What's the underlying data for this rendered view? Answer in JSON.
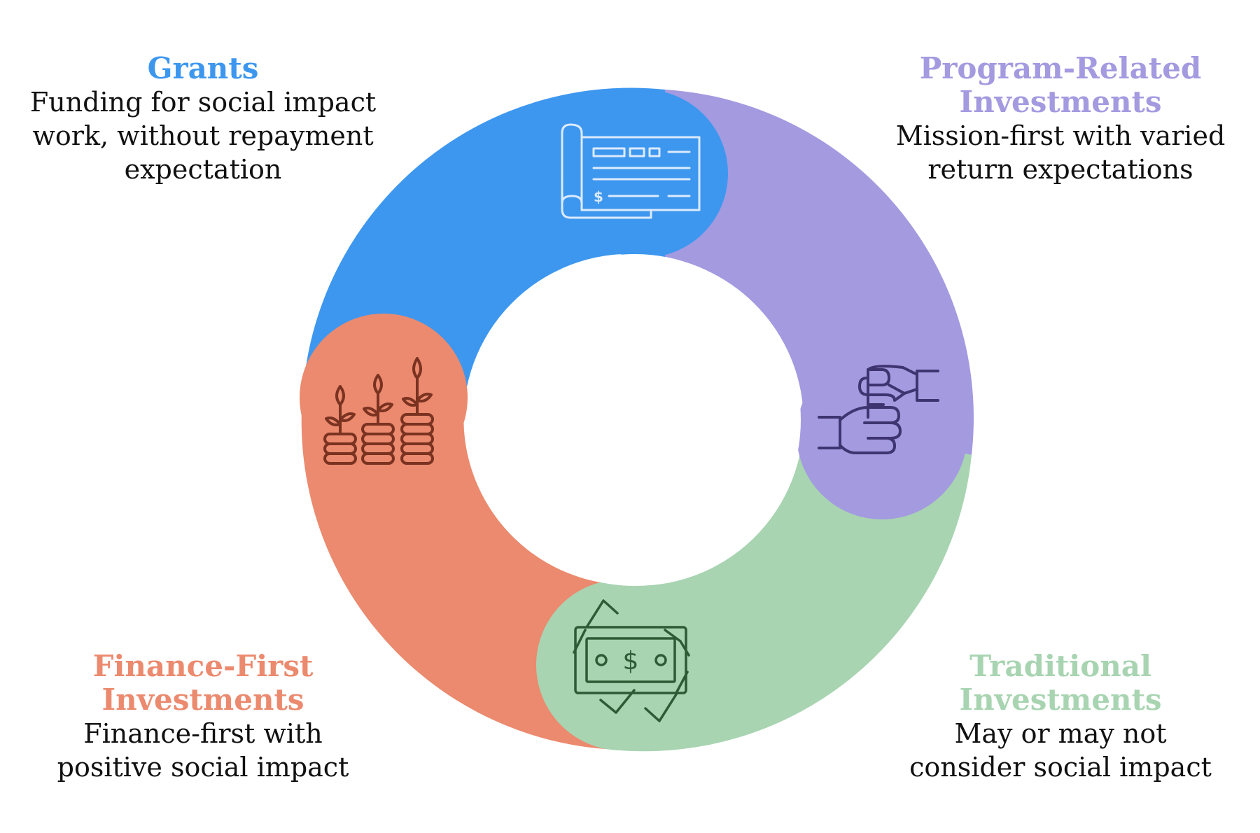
{
  "segments": [
    {
      "id": "grants",
      "title_lines": [
        "Grants"
      ],
      "description_lines": [
        "Funding for social impact",
        "work, without repayment",
        "expectation"
      ],
      "color": "#3d97ef",
      "icon": "check-icon",
      "icon_color": "#dceafc"
    },
    {
      "id": "program-related",
      "title_lines": [
        "Program-Related",
        "Investments"
      ],
      "description_lines": [
        "Mission-first with varied",
        "return expectations"
      ],
      "color": "#a49ae0",
      "icon": "handshake-icon",
      "icon_color": "#3e3470"
    },
    {
      "id": "traditional",
      "title_lines": [
        "Traditional",
        "Investments"
      ],
      "description_lines": [
        "May or may not",
        "consider social impact"
      ],
      "color": "#a8d4b1",
      "icon": "money-icon",
      "icon_color": "#2f5a36"
    },
    {
      "id": "finance-first",
      "title_lines": [
        "Finance-First",
        "Investments"
      ],
      "description_lines": [
        "Finance-first with",
        "positive social impact"
      ],
      "color": "#eb8a6e",
      "icon": "coin-plants-icon",
      "icon_color": "#7a3221"
    }
  ],
  "dollar_sign": "$"
}
